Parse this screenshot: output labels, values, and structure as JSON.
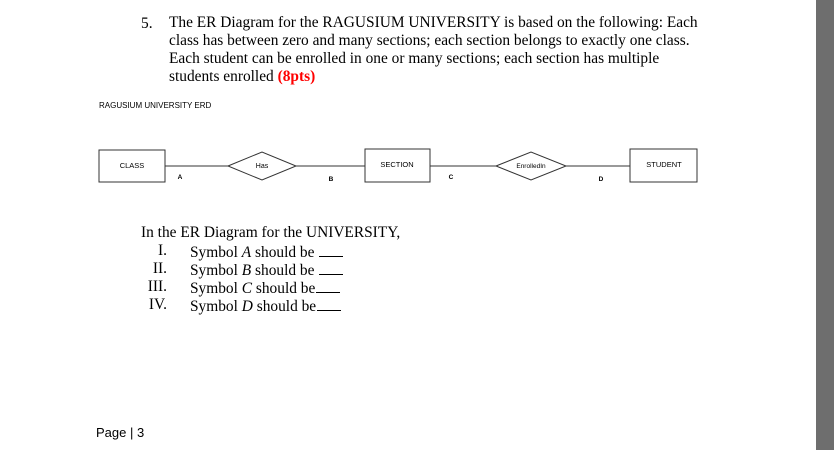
{
  "question": {
    "number": "5.",
    "lines": [
      "The ER Diagram for the RAGUSIUM UNIVERSITY is based on the following: Each",
      "class has between zero and many sections; each section belongs to exactly one class.",
      "Each student can be enrolled in one or many sections; each section has multiple",
      "students enrolled "
    ],
    "points": "(8pts)"
  },
  "erd": {
    "title": "RAGUSIUM UNIVERSITY ERD",
    "entities": [
      "CLASS",
      "SECTION",
      "STUDENT"
    ],
    "relationships": [
      "Has",
      "EnrolledIn"
    ],
    "symbols": [
      "A",
      "B",
      "C",
      "D"
    ]
  },
  "answers": {
    "intro": "In the ER Diagram for the UNIVERSITY,",
    "items": [
      {
        "numeral": "I.",
        "pre": "Symbol ",
        "sym": "A",
        "post": " should be "
      },
      {
        "numeral": "II.",
        "pre": "Symbol ",
        "sym": "B",
        "post": " should be "
      },
      {
        "numeral": "III.",
        "pre": "Symbol ",
        "sym": "C",
        "post": " should be"
      },
      {
        "numeral": "IV.",
        "pre": "Symbol ",
        "sym": "D",
        "post": " should be"
      }
    ]
  },
  "footer": "Page | 3"
}
